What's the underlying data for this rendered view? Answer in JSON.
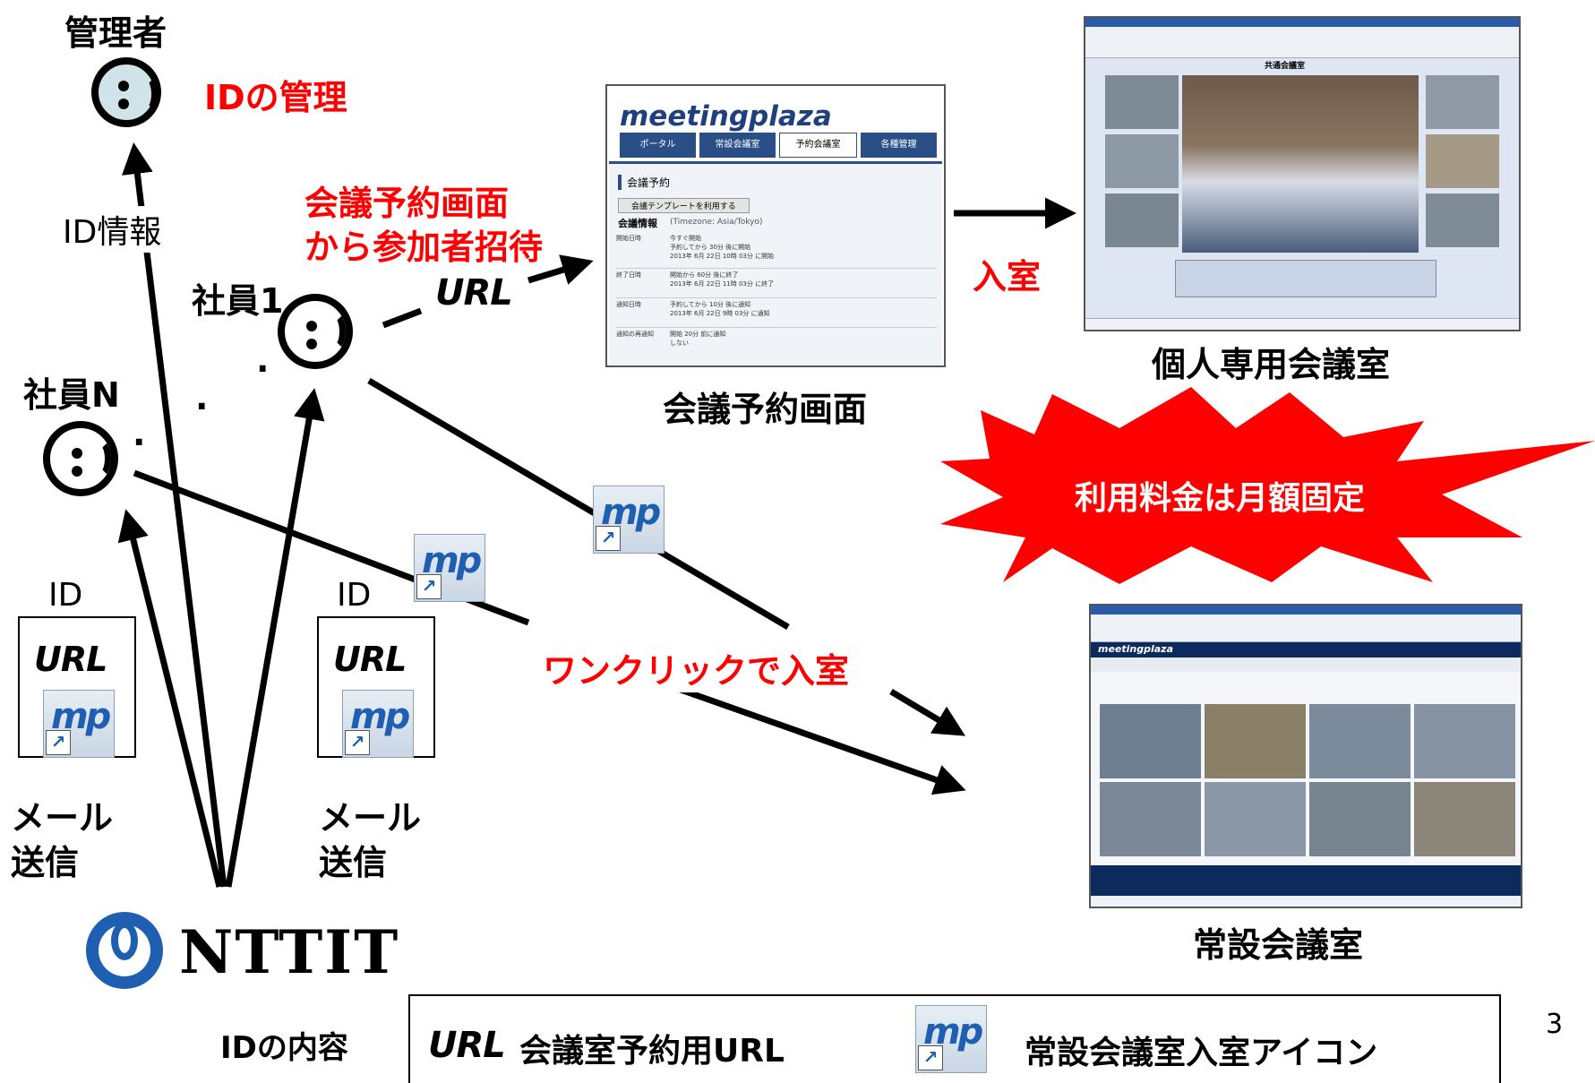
{
  "admin": {
    "role_label": "管理者",
    "id_mgmt": "IDの管理",
    "id_info": "ID情報"
  },
  "invite": {
    "line1": "会議予約画面",
    "line2": "から参加者招待",
    "url": "URL"
  },
  "employee1": {
    "label": "社員1"
  },
  "employeeN": {
    "label": "社員N"
  },
  "dots": [
    ".",
    ".",
    "."
  ],
  "mail": [
    {
      "id": "ID",
      "url": "URL",
      "icon": "mp",
      "line1": "メール",
      "line2": "送信"
    },
    {
      "id": "ID",
      "url": "URL",
      "icon": "mp",
      "line1": "メール",
      "line2": "送信"
    }
  ],
  "arrow_icons": [
    "mp",
    "mp"
  ],
  "booking_screen": {
    "caption": "会議予約画面",
    "logo": "meetingplaza",
    "tabs": [
      "ポータル",
      "常設会議室",
      "予約会議室",
      "各種管理"
    ],
    "heading": "会議予約",
    "template_button": "会議テンプレートを利用する",
    "info_label": "会議情報",
    "timezone": "(Timezone: Asia/Tokyo)",
    "rows": [
      {
        "label": "開始日時",
        "opt1": "今すぐ開始",
        "opt2": "予約してから 30分 後に開始",
        "opt3": "2013年 6月 22日 10時 03分 に開始"
      },
      {
        "label": "終了日時",
        "opt1": "開始から 60分 後に終了",
        "opt2": "2013年 6月 22日 11時 03分 に終了"
      },
      {
        "label": "通知日時",
        "opt1": "予約してから 10分 後に通知",
        "opt2": "2013年 6月 22日 9時 03分 に通知"
      },
      {
        "label": "通知の再通知",
        "opt1": "開始 20分 前に通知",
        "opt2": "しない"
      }
    ]
  },
  "enter_label": "入室",
  "personal_room": {
    "caption": "個人専用会議室",
    "window_title": "共通会議室"
  },
  "fixed_fee": "利用料金は月額固定",
  "one_click": "ワンクリックで入室",
  "permanent_room": {
    "caption": "常設会議室",
    "logo": "meetingplaza"
  },
  "company": "NTTIT",
  "legend": {
    "title": "IDの内容",
    "url_word": "URL",
    "url_desc": "会議室予約用URL",
    "icon": "mp",
    "icon_desc": "常設会議室入室アイコン"
  },
  "page_number": "3",
  "colors": {
    "accent": "#ff0000",
    "line": "#000000",
    "brand_blue": "#1f5fb2"
  }
}
